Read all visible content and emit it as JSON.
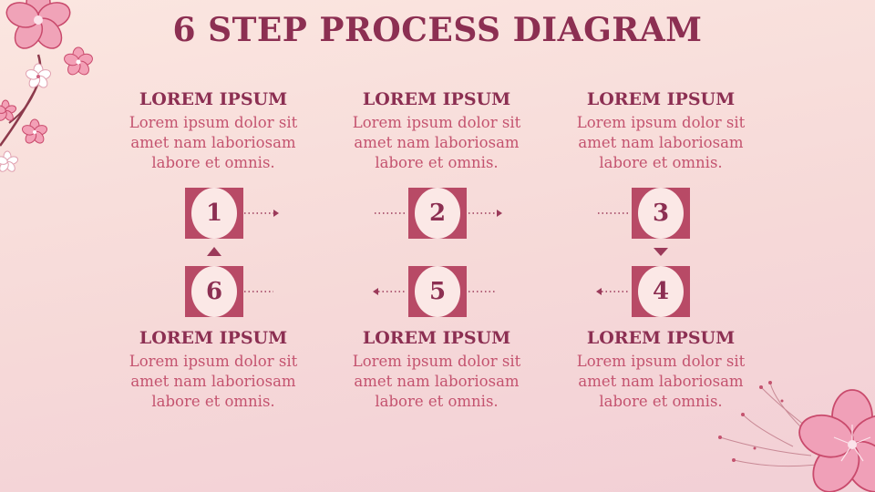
{
  "title": "6 STEP PROCESS DIAGRAM",
  "steps": [
    {
      "number": "1",
      "heading": "LOREM IPSUM",
      "body_lines": [
        "Lorem ipsum dolor sit",
        "amet nam laboriosam",
        "labore et omnis."
      ]
    },
    {
      "number": "2",
      "heading": "LOREM IPSUM",
      "body_lines": [
        "Lorem ipsum dolor sit",
        "amet nam laboriosam",
        "labore et omnis."
      ]
    },
    {
      "number": "3",
      "heading": "LOREM IPSUM",
      "body_lines": [
        "Lorem ipsum dolor sit",
        "amet nam laboriosam",
        "labore et omnis."
      ]
    },
    {
      "number": "4",
      "heading": "LOREM IPSUM",
      "body_lines": [
        "Lorem ipsum dolor sit",
        "amet nam laboriosam",
        "labore et omnis."
      ]
    },
    {
      "number": "5",
      "heading": "LOREM IPSUM",
      "body_lines": [
        "Lorem ipsum dolor sit",
        "amet nam laboriosam",
        "labore et omnis."
      ]
    },
    {
      "number": "6",
      "heading": "LOREM IPSUM",
      "body_lines": [
        "Lorem ipsum dolor sit",
        "amet nam laboriosam",
        "labore et omnis."
      ]
    }
  ],
  "colors": {
    "title": "#8c2f52",
    "heading": "#8c2f52",
    "body": "#c4536f",
    "badge": "#b84a66",
    "badge_inner": "#fbe8e6",
    "connector": "#9b3a5a",
    "flower": "#f0a0b8"
  },
  "decorations": [
    "cherry-blossom-top-left",
    "cherry-blossom-bottom-right"
  ]
}
